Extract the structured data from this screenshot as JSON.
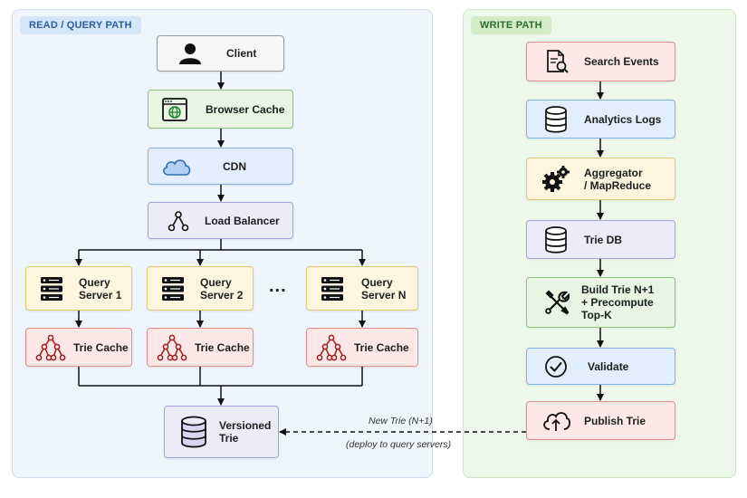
{
  "read_path": {
    "title": "READ / QUERY PATH",
    "client": "Client",
    "browser_cache": "Browser Cache",
    "cdn": "CDN",
    "load_balancer": "Load Balancer",
    "query_server_1": "Query\nServer 1",
    "query_server_2": "Query\nServer 2",
    "ellipsis": "...",
    "query_server_n": "Query\nServer N",
    "trie_cache_1": "Trie Cache",
    "trie_cache_2": "Trie Cache",
    "trie_cache_n": "Trie Cache",
    "versioned_trie": "Versioned\nTrie"
  },
  "write_path": {
    "title": "WRITE PATH",
    "search_events": "Search Events",
    "analytics_logs": "Analytics Logs",
    "aggregator": "Aggregator\n/ MapReduce",
    "trie_db": "Trie DB",
    "build_trie": "Build Trie N+1\n+ Precompute\nTop-K",
    "validate": "Validate",
    "publish_trie": "Publish Trie"
  },
  "publish_edge": {
    "label_top": "New Trie (N+1)",
    "label_bottom": "(deploy to query servers)"
  },
  "icons": {
    "client": "user-icon",
    "browser_cache": "browser-globe-icon",
    "cdn": "cloud-icon",
    "load_balancer": "network-split-icon",
    "query_server": "server-stack-icon",
    "trie_cache": "tree-icon",
    "versioned_trie": "database-icon",
    "search_events": "document-search-icon",
    "analytics_logs": "database-icon",
    "aggregator": "gears-icon",
    "trie_db": "database-icon",
    "build_trie": "tools-icon",
    "validate": "check-circle-icon",
    "publish_trie": "cloud-upload-icon"
  },
  "colors": {
    "read_panel": "#eef5fc",
    "write_panel": "#eef8ea",
    "gray": "#f6f6f6",
    "green": "#e7f5e2",
    "blue": "#e2eefb",
    "purple": "#ecebf8",
    "yellow": "#fdf5dd",
    "red": "#fde7e7"
  }
}
